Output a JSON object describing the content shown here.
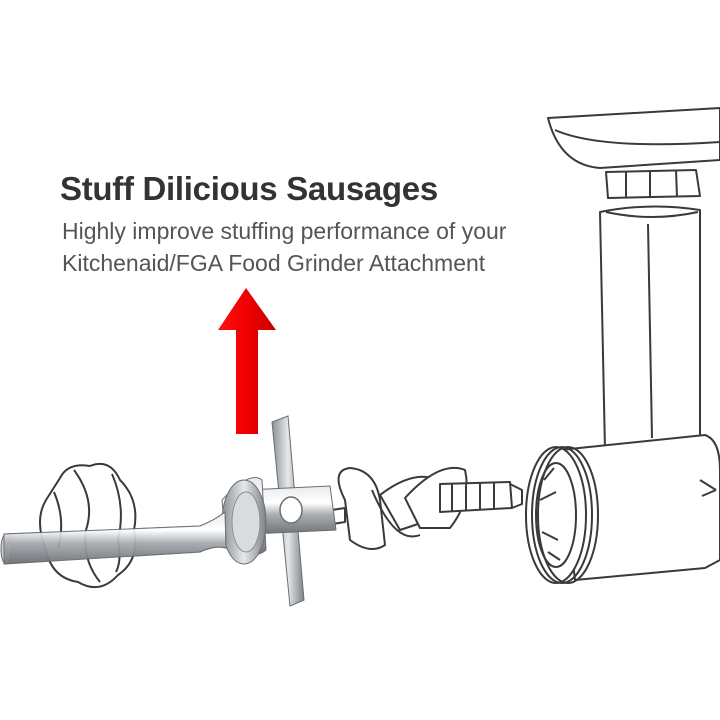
{
  "headline": "Stuff Dilicious Sausages",
  "subtext": {
    "line1": "Highly improve stuffing performance of your",
    "line2": "Kitchenaid/FGA Food Grinder Attachment"
  },
  "colors": {
    "arrow": "#ee0000",
    "outline": "#3a3a3a",
    "steel": "#b8bcc0",
    "text_dark": "#333333",
    "text_sub": "#555555"
  },
  "icons": [
    "arrow-up-icon"
  ]
}
